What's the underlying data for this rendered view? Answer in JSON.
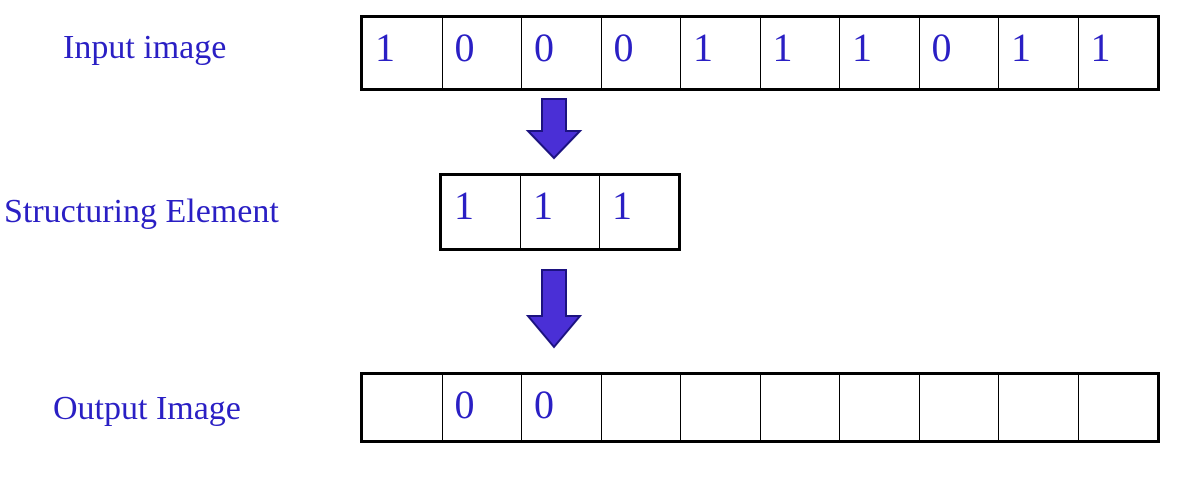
{
  "labels": {
    "input": "Input image",
    "structuring_element": "Structuring Element",
    "output": "Output Image"
  },
  "input_image": [
    "1",
    "0",
    "0",
    "0",
    "1",
    "1",
    "1",
    "0",
    "1",
    "1"
  ],
  "structuring_element": [
    "1",
    "1",
    "1"
  ],
  "output_image": [
    "",
    "0",
    "0",
    "",
    "",
    "",
    "",
    "",
    "",
    ""
  ],
  "colors": {
    "text": "#2a1fc4",
    "arrow_fill": "#4a2fd6",
    "arrow_stroke": "#1c1280",
    "border": "#000000"
  },
  "icons": [
    "down-arrow-icon",
    "down-arrow-icon"
  ]
}
